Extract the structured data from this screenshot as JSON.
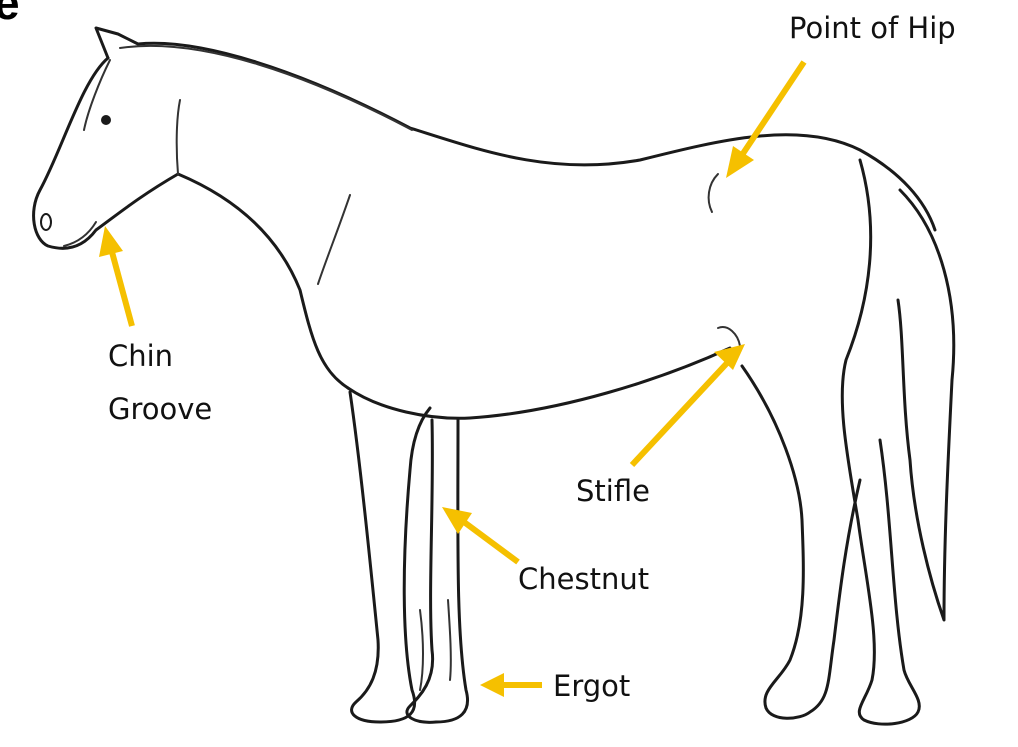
{
  "panel_letter": "e",
  "labels": {
    "point_of_hip": "Point of Hip",
    "chin_line1": "Chin",
    "chin_line2": "Groove",
    "stifle": "Stifle",
    "chestnut": "Chestnut",
    "ergot": "Ergot"
  },
  "colors": {
    "arrow": "#F5C000",
    "outline": "#1a1a1a"
  }
}
